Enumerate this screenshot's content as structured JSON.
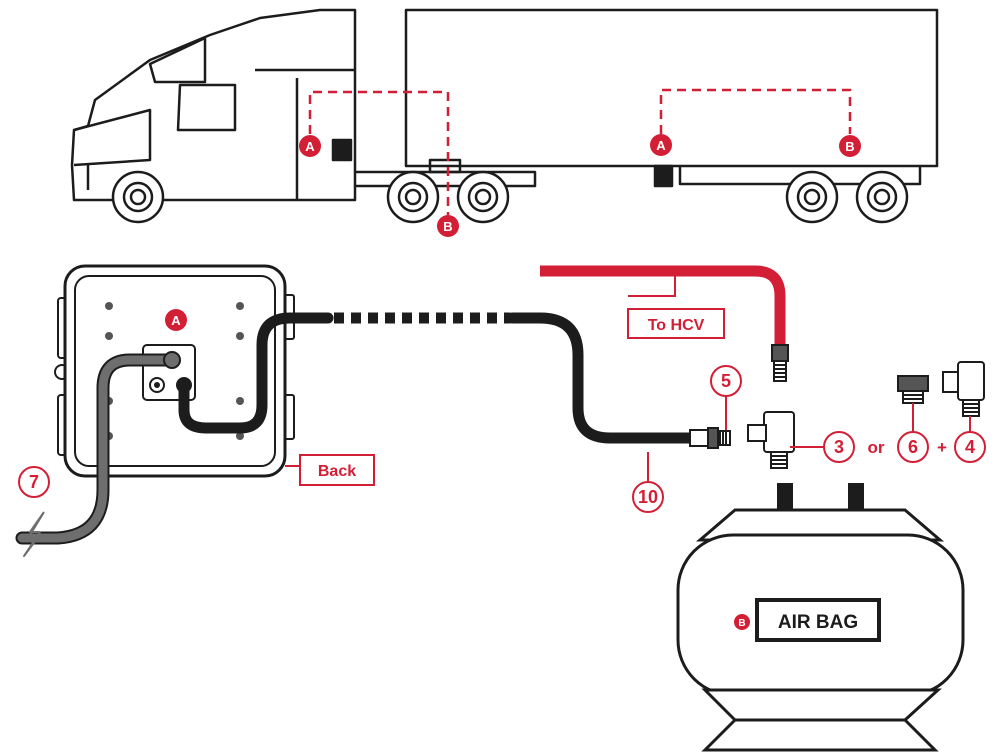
{
  "colors": {
    "accent": "#d31f36",
    "ink": "#1c1c1c",
    "hose_gray": "#6e6e6e",
    "background": "#ffffff"
  },
  "truck_markers": {
    "cab_a": "A",
    "cab_b": "B",
    "trailer_a": "A",
    "trailer_b": "B"
  },
  "controller": {
    "marker": "A",
    "back_label": "Back"
  },
  "hcv": {
    "label": "To HCV"
  },
  "parts": {
    "p3": "3",
    "p4": "4",
    "p5": "5",
    "p6": "6",
    "p7": "7",
    "p10": "10"
  },
  "connectors": {
    "or": "or",
    "plus": "+"
  },
  "airbag": {
    "marker": "B",
    "label": "AIR BAG"
  },
  "icons": [
    "power-lightning-icon"
  ]
}
